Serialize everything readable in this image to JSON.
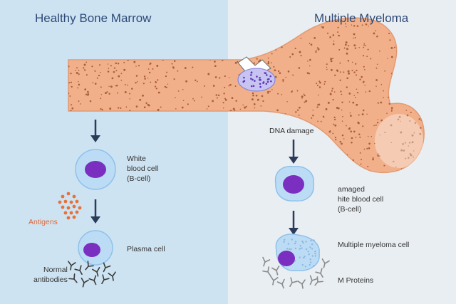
{
  "colors": {
    "left_background": "#cde3f1",
    "right_background": "#e9eef2",
    "bone": "#f1b08a",
    "bone_outline": "#e39a72",
    "bone_speckle": "#a9603a",
    "cell_body": "#bcdcf5",
    "cell_outline": "#8fc1ea",
    "nucleus": "#7a2fc0",
    "arrow": "#2b3b5a",
    "title_text": "#2e4a78",
    "antigen": "#e8703a",
    "antigen_label": "#e0683a",
    "antibody": "#3a3a3a",
    "m_protein": "#8a8a8a"
  },
  "left_panel": {
    "title": "Healthy Bone Marrow",
    "white_blood_cell_label": [
      "White",
      "blood cell",
      "(B-cell)"
    ],
    "antigens_label": "Antigens",
    "plasma_cell_label": "Plasma cell",
    "normal_antibodies_label": [
      "Normal",
      "antibodies"
    ]
  },
  "right_panel": {
    "title": "Multiple Myeloma",
    "dna_damage_label": "DNA damage",
    "damaged_cell_label": [
      "amaged",
      "hite blood cell",
      "(B-cell)"
    ],
    "myeloma_cell_label": "Multiple myeloma cell",
    "m_proteins_label": "M Proteins"
  }
}
